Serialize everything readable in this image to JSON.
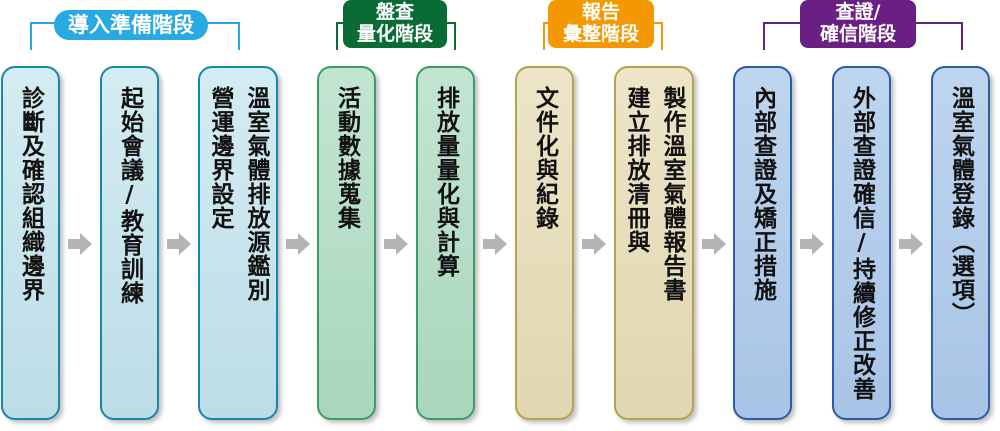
{
  "phases": [
    {
      "label": "導入準備階段",
      "color": "#29a9e1"
    },
    {
      "label_line1": "盤查",
      "label_line2": "量化階段",
      "color": "#0b6b35"
    },
    {
      "label_line1": "報告",
      "label_line2": "彙整階段",
      "color": "#f39800"
    },
    {
      "label_line1": "查證/",
      "label_line2": "確信階段",
      "color": "#6a1f83"
    }
  ],
  "steps": [
    {
      "cols": [
        "診斷及確認組織邊界"
      ]
    },
    {
      "cols": [
        "起始會議/教育訓練"
      ]
    },
    {
      "cols": [
        "溫室氣體排放源鑑別",
        "營運邊界設定"
      ]
    },
    {
      "cols": [
        "活動數據蒐集"
      ]
    },
    {
      "cols": [
        "排放量量化與計算"
      ]
    },
    {
      "cols": [
        "文件化與紀錄"
      ]
    },
    {
      "cols": [
        "製作溫室氣體報告書",
        "建立排放清冊與"
      ]
    },
    {
      "cols": [
        "內部查證及矯正措施"
      ]
    },
    {
      "cols": [
        "外部查證確信/持續修正改善"
      ]
    },
    {
      "cols": [
        "溫室氣體登錄︵選項︶"
      ]
    }
  ]
}
